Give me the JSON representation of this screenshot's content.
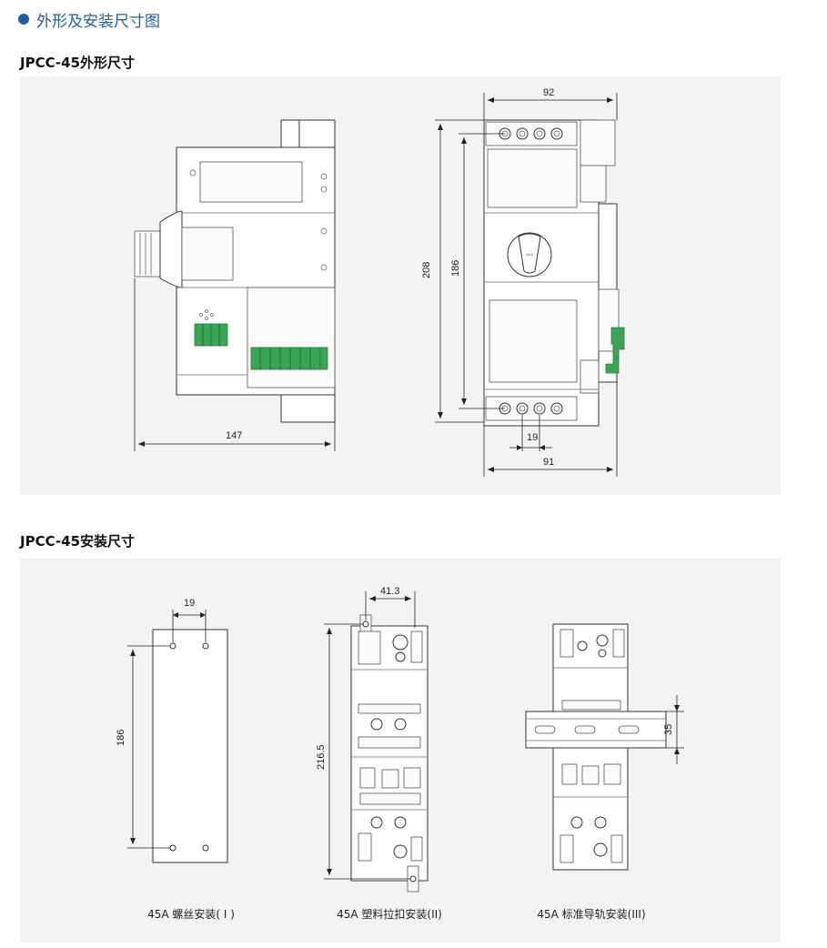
{
  "header": {
    "section_title": "外形及安装尺寸图",
    "accent_color": "#1f5fa8"
  },
  "outline": {
    "title": "JPCC-45外形尺寸",
    "dims": {
      "side_width": "147",
      "front_top_width": "92",
      "front_bottom_width": "91",
      "total_height": "208",
      "inner_height": "186",
      "terminal_pitch": "19"
    }
  },
  "mounting": {
    "title": "JPCC-45安装尺寸",
    "screw": {
      "width": "19",
      "height": "186",
      "caption": "45A 螺丝安装( I )"
    },
    "clip": {
      "width": "41.3",
      "height": "216.5",
      "caption": "45A 塑料拉扣安装(II)"
    },
    "rail": {
      "height": "35",
      "caption": "45A 标准导轨安装(III)"
    }
  }
}
